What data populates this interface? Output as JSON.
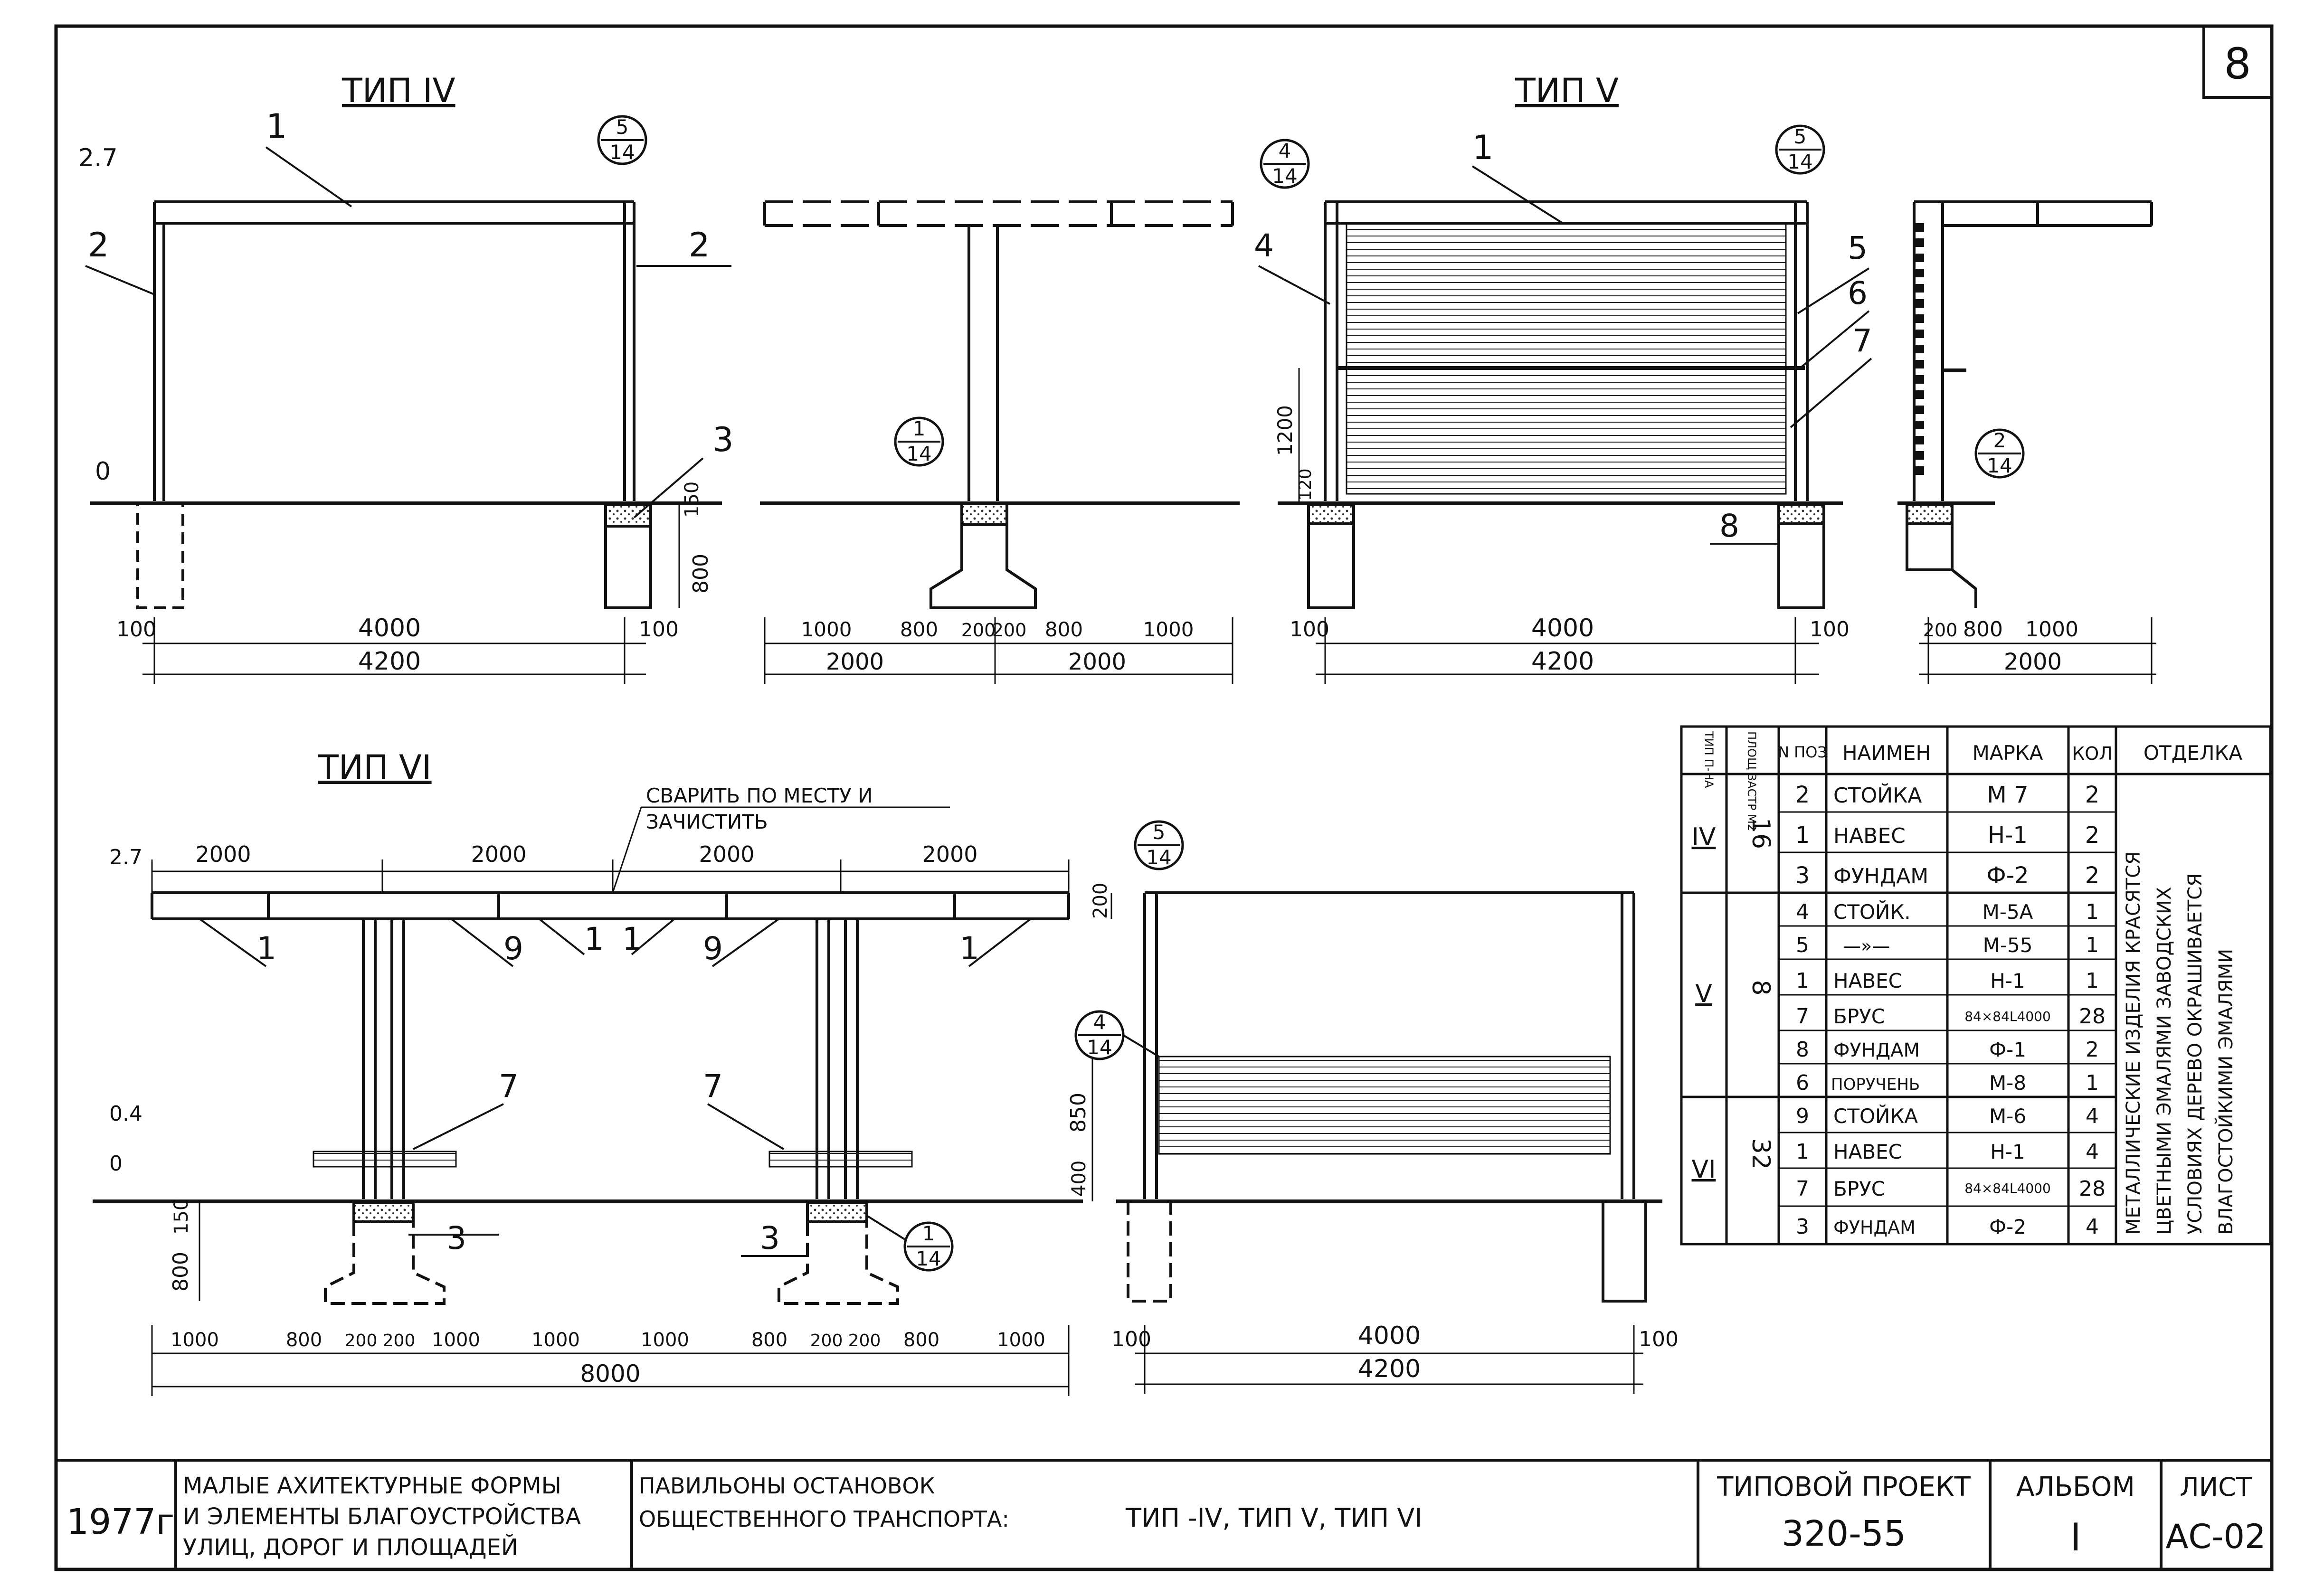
{
  "sheet_number": "8",
  "views": {
    "type4": {
      "title": "ТИП IV",
      "dims": [
        "2.7",
        "0",
        "4000",
        "4200",
        "100",
        "100",
        "150",
        "800",
        "1000",
        "800",
        "200",
        "200",
        "800",
        "1000",
        "2000",
        "2000"
      ],
      "callouts": [
        "1",
        "2",
        "2",
        "3"
      ],
      "marks": [
        {
          "num": "5",
          "den": "14"
        },
        {
          "num": "1",
          "den": "14"
        }
      ]
    },
    "type5": {
      "title": "ТИП V",
      "dims": [
        "1200",
        "120",
        "4000",
        "4200",
        "100",
        "100",
        "200",
        "800",
        "1000",
        "2000"
      ],
      "callouts": [
        "1",
        "4",
        "5",
        "6",
        "7",
        "8"
      ],
      "marks": [
        {
          "num": "4",
          "den": "14"
        },
        {
          "num": "5",
          "den": "14"
        },
        {
          "num": "2",
          "den": "14"
        }
      ]
    },
    "type6": {
      "title": "ТИП VI",
      "note_line1": "СВАРИТЬ ПО МЕСТУ И",
      "note_line2": "ЗАЧИСТИТЬ",
      "dims_top": [
        "2000",
        "2000",
        "2000",
        "2000"
      ],
      "dims_bottom": [
        "1000",
        "800",
        "200",
        "200",
        "1000",
        "1000",
        "1000",
        "800",
        "200",
        "200",
        "800",
        "1000"
      ],
      "total": "8000",
      "levels": [
        "2.7",
        "0.4",
        "0"
      ],
      "vert": [
        "150",
        "800"
      ],
      "callouts": [
        "1",
        "9",
        "1",
        "1",
        "9",
        "1",
        "7",
        "7",
        "3",
        "3"
      ],
      "marks": [
        {
          "num": "1",
          "den": "14"
        }
      ]
    },
    "type6_side": {
      "dims": [
        "200",
        "850",
        "400",
        "4000",
        "4200",
        "100",
        "100"
      ],
      "marks": [
        {
          "num": "5",
          "den": "14"
        },
        {
          "num": "4",
          "den": "14"
        }
      ]
    }
  },
  "spec_table": {
    "headers": [
      "ТИП П-НА",
      "ПЛОЩ ЗАСТР М2",
      "N ПОЗ",
      "НАИМЕН",
      "МАРКА",
      "КОЛ",
      "ОТДЕЛКА"
    ],
    "groups": [
      {
        "type": "IV",
        "area": "16",
        "rows": [
          [
            "2",
            "СТОЙКА",
            "М 7",
            "2"
          ],
          [
            "1",
            "НАВЕС",
            "Н-1",
            "2"
          ],
          [
            "3",
            "ФУНДАМ",
            "Ф-2",
            "2"
          ]
        ]
      },
      {
        "type": "V",
        "area": "8",
        "rows": [
          [
            "4",
            "СТОЙК.",
            "М-5А",
            "1"
          ],
          [
            "5",
            "—»—",
            "М-55",
            "1"
          ],
          [
            "1",
            "НАВЕС",
            "Н-1",
            "1"
          ],
          [
            "7",
            "БРУС",
            "84×84L4000",
            "28"
          ],
          [
            "8",
            "ФУНДАМ",
            "Ф-1",
            "2"
          ],
          [
            "6",
            "ПОРУЧЕНЬ",
            "М-8",
            "1"
          ]
        ]
      },
      {
        "type": "VI",
        "area": "32",
        "rows": [
          [
            "9",
            "СТОЙКА",
            "М-6",
            "4"
          ],
          [
            "1",
            "НАВЕС",
            "Н-1",
            "4"
          ],
          [
            "7",
            "БРУС",
            "84×84L4000",
            "28"
          ],
          [
            "3",
            "ФУНДАМ",
            "Ф-2",
            "4"
          ]
        ]
      }
    ],
    "finish_lines": [
      "МЕТАЛЛИЧЕСКИЕ ИЗДЕЛИЯ КРАСЯТСЯ",
      "ЦВЕТНЫМИ ЭМАЛЯМИ ЗАВОДСКИХ",
      "УСЛОВИЯХ ДЕРЕВО ОКРАШИВАЕТСЯ",
      "ВЛАГОСТОЙКИМИ ЭМАЛЯМИ"
    ]
  },
  "title_block": {
    "year": "1977г",
    "org_line1": "МАЛЫЕ АХИТЕКТУРНЫЕ ФОРМЫ",
    "org_line2": "И ЭЛЕМЕНТЫ БЛАГОУСТРОЙСТВА",
    "org_line3": "УЛИЦ, ДОРОГ И ПЛОЩАДЕЙ",
    "name_line1": "ПАВИЛЬОНЫ ОСТАНОВОК",
    "name_line2": "ОБЩЕСТВЕННОГО ТРАНСПОРТА:",
    "types": "ТИП -IV, ТИП V, ТИП VI",
    "project_label": "ТИПОВОЙ ПРОЕКТ",
    "project_num": "320-55",
    "album_label": "АЛЬБОМ",
    "album_num": "I",
    "sheet_label": "ЛИСТ",
    "sheet_code": "АС-02"
  }
}
